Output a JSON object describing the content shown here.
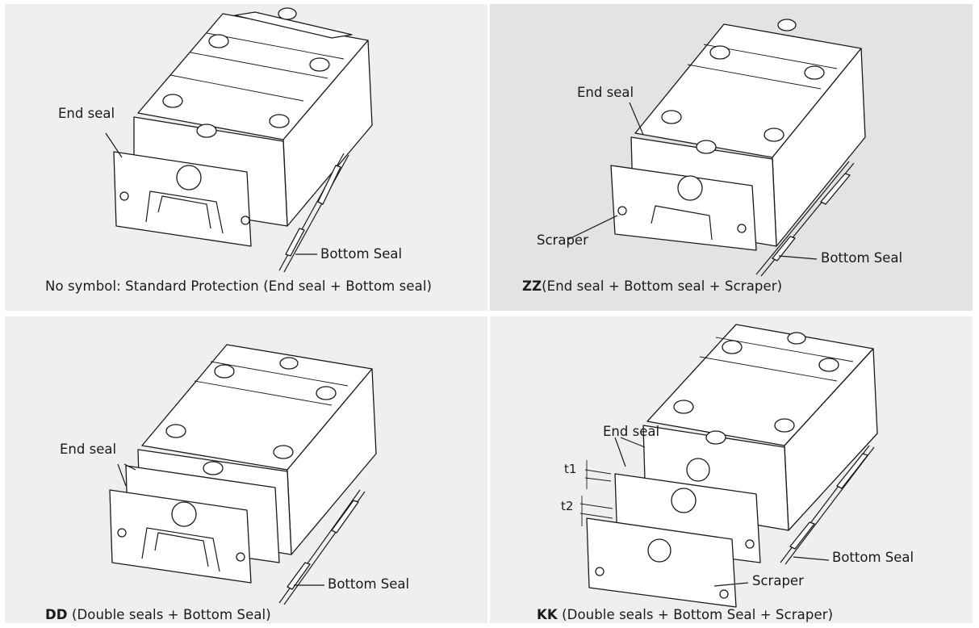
{
  "panels": [
    {
      "labels": {
        "end_seal": "End seal",
        "bottom_seal": "Bottom Seal"
      },
      "caption": {
        "symbol": "",
        "text": "No symbol: Standard Protection (End seal + Bottom seal)"
      }
    },
    {
      "labels": {
        "end_seal": "End seal",
        "scraper": "Scraper",
        "bottom_seal": "Bottom Seal"
      },
      "caption": {
        "symbol": "ZZ",
        "text": "(End seal + Bottom seal + Scraper)"
      }
    },
    {
      "labels": {
        "end_seal": "End seal",
        "bottom_seal": "Bottom Seal"
      },
      "caption": {
        "symbol": "DD",
        "text": " (Double seals + Bottom Seal)"
      }
    },
    {
      "labels": {
        "end_seal": "End seal",
        "t1": "t1",
        "t2": "t2",
        "bottom_seal": "Bottom Seal",
        "scraper": "Scraper"
      },
      "caption": {
        "symbol": "KK",
        "text": " (Double seals + Bottom Seal + Scraper)"
      }
    }
  ]
}
